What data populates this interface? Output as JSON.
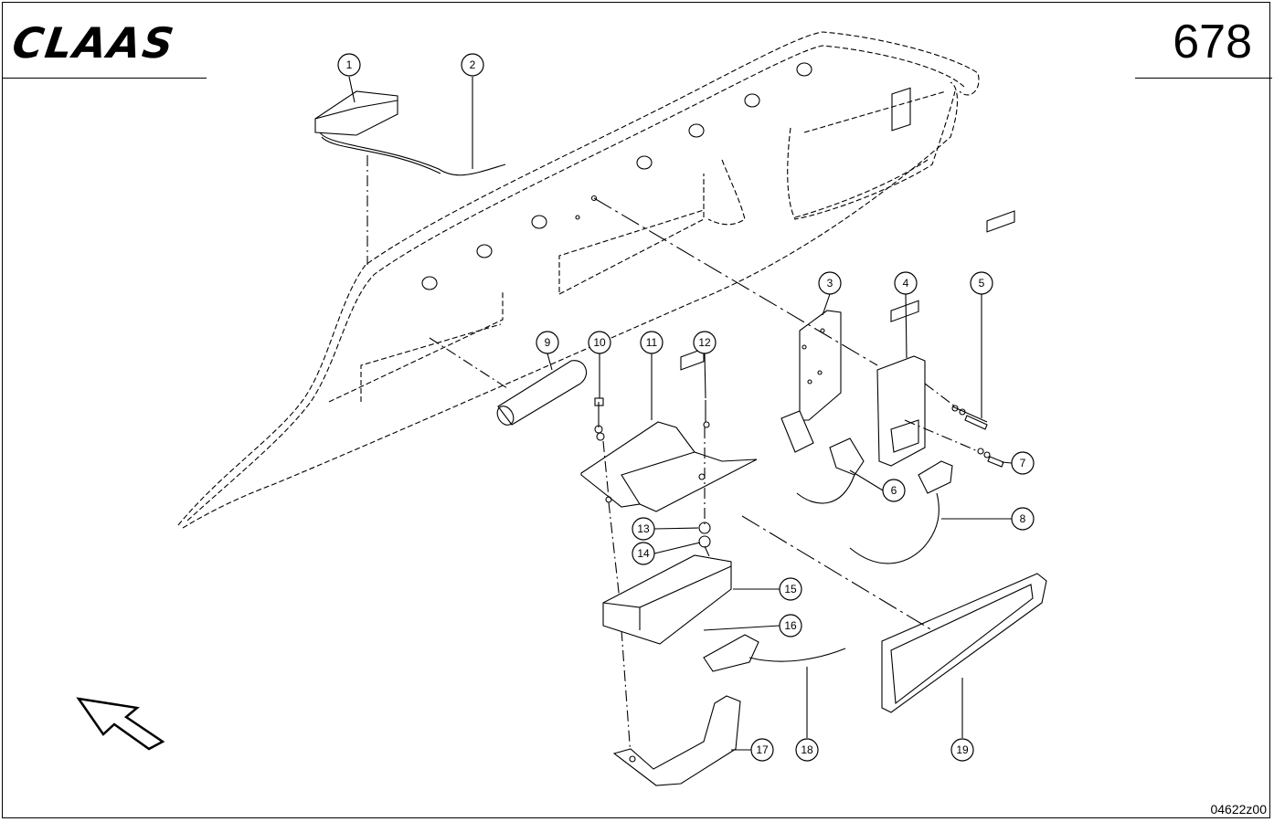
{
  "header": {
    "brand": "CLAAS",
    "page_number": "678"
  },
  "footer": {
    "drawing_code": "04622z00"
  },
  "callouts": [
    "1",
    "2",
    "3",
    "4",
    "5",
    "6",
    "7",
    "8",
    "9",
    "10",
    "11",
    "12",
    "13",
    "14",
    "15",
    "16",
    "17",
    "18",
    "19"
  ]
}
